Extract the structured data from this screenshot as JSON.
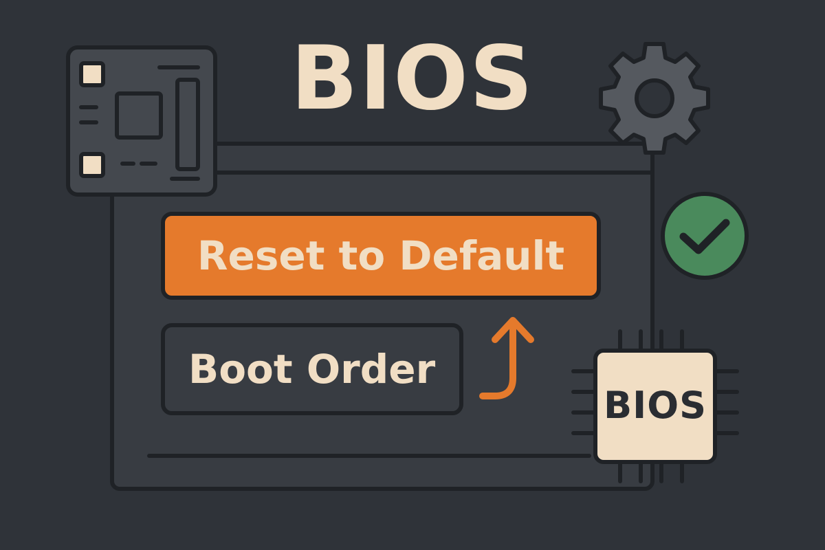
{
  "header": {
    "title": "BIOS"
  },
  "menu": {
    "reset_label": "Reset to Default",
    "boot_order_label": "Boot Order"
  },
  "chip": {
    "label": "BIOS"
  },
  "icons": {
    "motherboard": "motherboard-icon",
    "gear": "gear-icon",
    "check": "check-circle-icon",
    "arrow": "arrow-up-icon",
    "chip": "chip-icon"
  },
  "colors": {
    "background": "#2f3339",
    "panel": "#383c42",
    "outline": "#1f2226",
    "accent_orange": "#e57a2c",
    "text_cream": "#f1dec4",
    "check_green": "#4a8a5c",
    "gear_gray": "#55595f",
    "chip_cream": "#f1dec4"
  }
}
